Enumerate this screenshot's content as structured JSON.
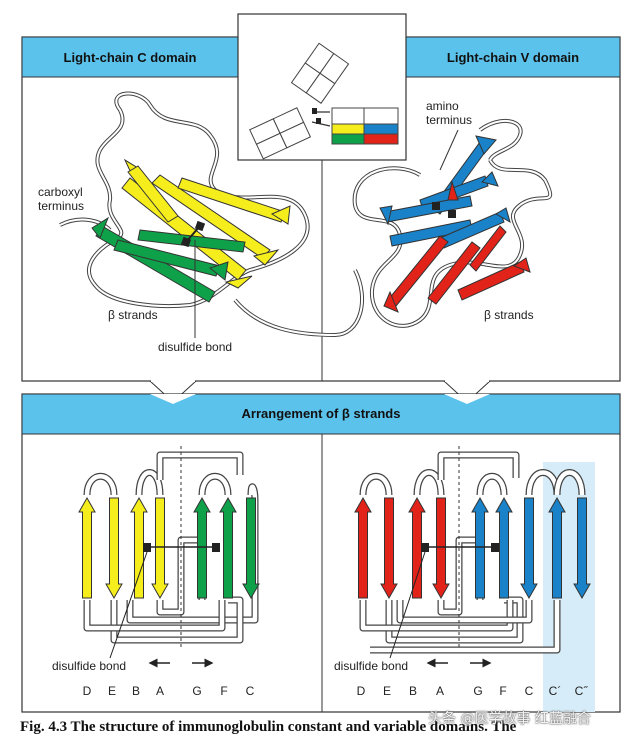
{
  "colors": {
    "header_blue": "#5bc2ec",
    "yellow": "#f5ee1c",
    "green": "#0fa14a",
    "blue": "#1a82c8",
    "red": "#e2231a",
    "highlight": "#d6ecf8"
  },
  "panels": {
    "c_domain_title": "Light-chain C domain",
    "v_domain_title": "Light-chain V domain",
    "arrangement_title": "Arrangement of β strands"
  },
  "labels": {
    "carboxyl_terminus": "carboxyl terminus",
    "amino_terminus": "amino terminus",
    "beta_strands_c": "β strands",
    "beta_strands_v": "β strands",
    "disulfide_bond_top": "disulfide bond",
    "disulfide_bond_c": "disulfide bond",
    "disulfide_bond_v": "disulfide bond"
  },
  "strands": {
    "c_domain": [
      "D",
      "E",
      "B",
      "A",
      "G",
      "F",
      "C"
    ],
    "v_domain": [
      "D",
      "E",
      "B",
      "A",
      "G",
      "F",
      "C",
      "C´",
      "C˝"
    ]
  },
  "caption": "Fig. 4.3 The structure of immunoglobulin constant and variable domains. The",
  "watermark": "头条 @医学故事 红蓝融合"
}
